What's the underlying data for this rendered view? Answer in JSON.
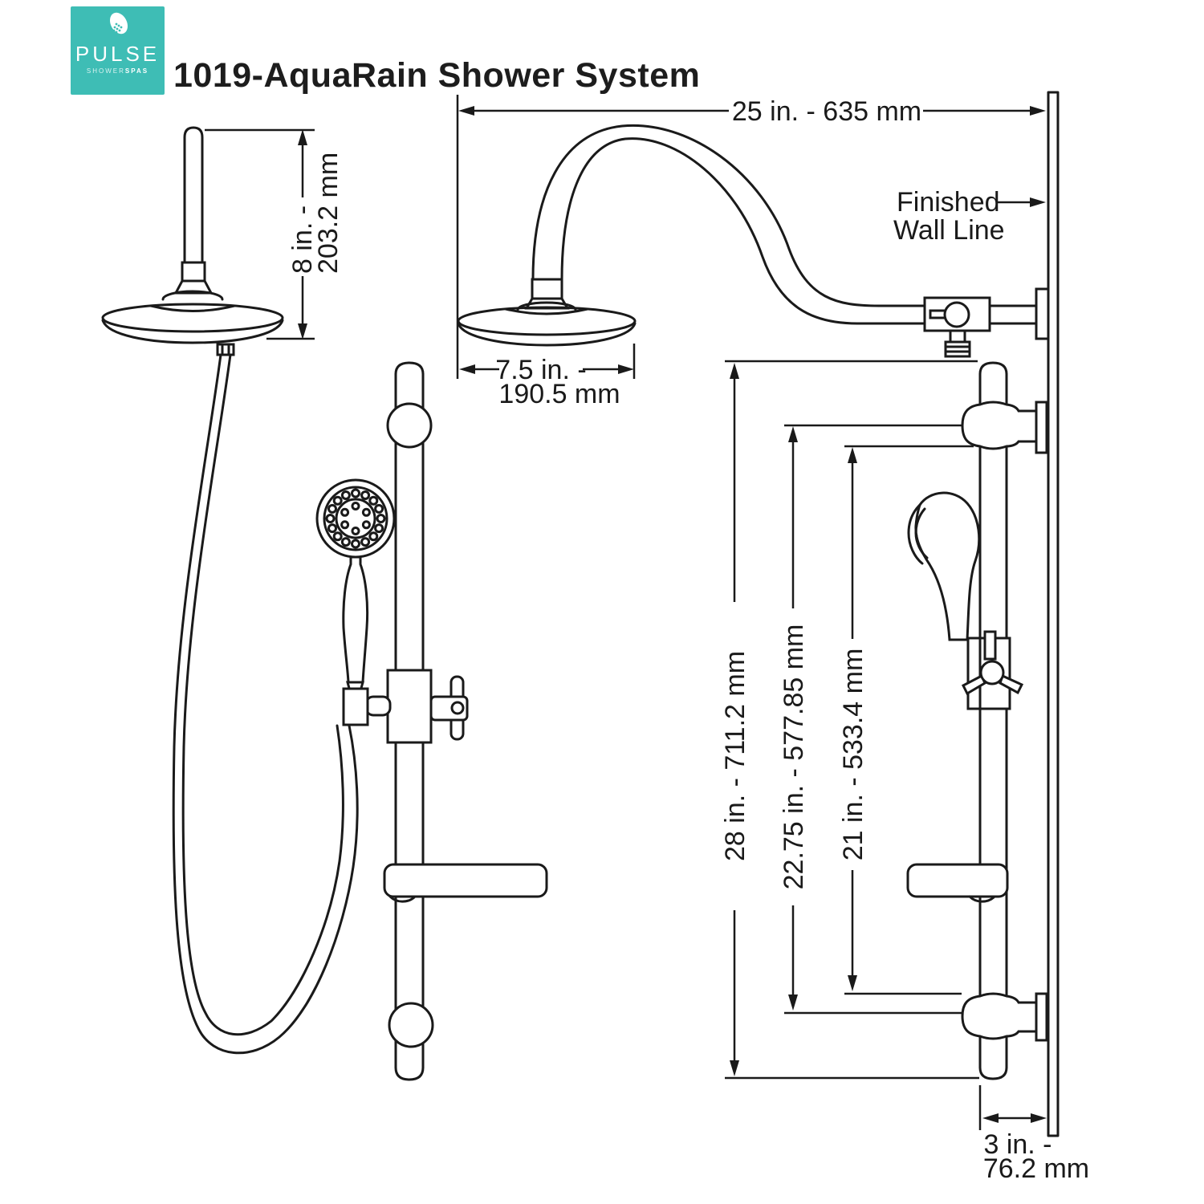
{
  "page": {
    "background": "#ffffff",
    "line_color": "#1a1a1a",
    "accent": "#3ebdb5"
  },
  "header": {
    "logo": {
      "brand": "PULSE",
      "sub_light": "SHOWER",
      "sub_bold": "SPAS"
    },
    "title": "1019-AquaRain Shower System"
  },
  "labels": {
    "finished_wall_line_1": "Finished",
    "finished_wall_line_2": "Wall Line"
  },
  "dimensions": {
    "arm_reach": "25 in. - 635 mm",
    "head_height_1": "8 in. -",
    "head_height_2": "203.2 mm",
    "head_diameter_1": "7.5 in. -",
    "head_diameter_2": "190.5 mm",
    "bar_length": "28 in. - 711.2 mm",
    "bracket_span": "22.75 in. - 577.85 mm",
    "inner_span": "21 in. - 533.4 mm",
    "wall_offset_1": "3 in. -",
    "wall_offset_2": "76.2 mm"
  }
}
